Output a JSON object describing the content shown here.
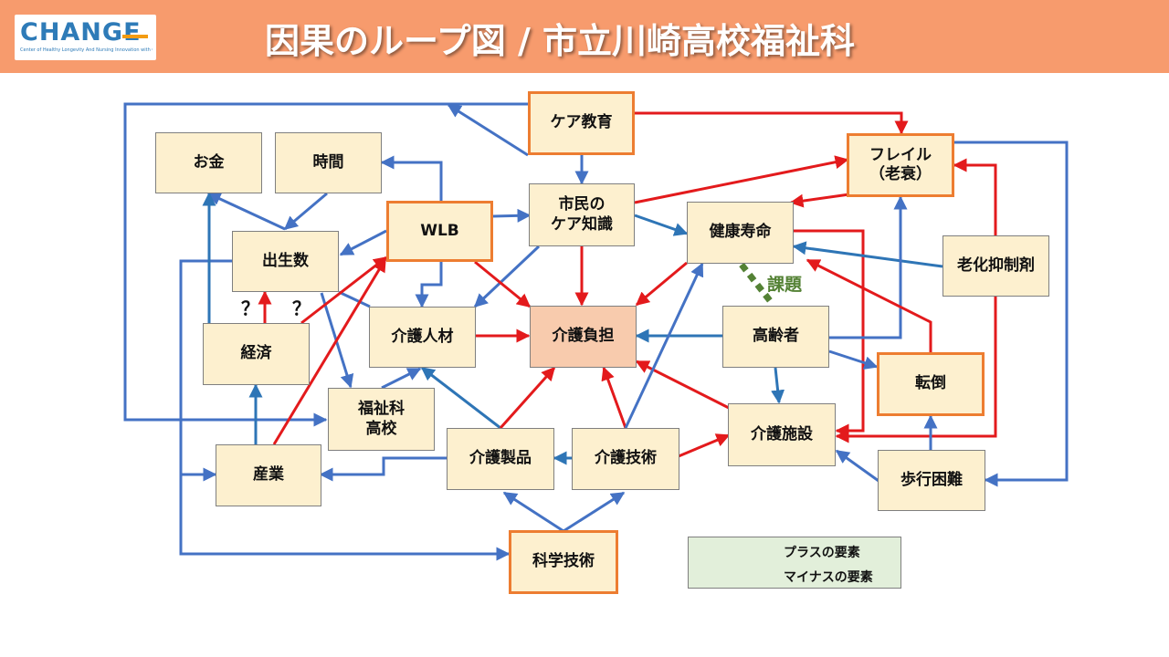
{
  "header": {
    "title": "因果のループ図 / 市立川崎高校福祉科",
    "logo_text": "CHANGE",
    "logo_subtitle": "Center of Healthy Longevity And Nursing Innovation with Global Ecosystem",
    "background_color": "#f79b6d"
  },
  "nodes": {
    "care_education": "ケア教育",
    "frail_line1": "フレイル",
    "frail_line2": "（老衰）",
    "money": "お金",
    "time": "時間",
    "wlb": "WLB",
    "citizen_line1": "市民の",
    "citizen_line2": "ケア知識",
    "healthy_life": "健康寿命",
    "anti_aging": "老化抑制剤",
    "birth_rate": "出生数",
    "care_staff": "介護人材",
    "care_burden": "介護負担",
    "elderly": "高齢者",
    "economy": "経済",
    "fall": "転倒",
    "welfare_school_line1": "福祉科",
    "welfare_school_line2": "高校",
    "care_facility": "介護施設",
    "care_products": "介護製品",
    "care_tech": "介護技術",
    "industry": "産業",
    "walking_difficulty": "歩行困難",
    "science_tech": "科学技術"
  },
  "annotations": {
    "question_mark": "？",
    "issue_label": "課題"
  },
  "legend": {
    "plus_label": "プラスの要素",
    "minus_label": "マイナスの要素"
  },
  "colors": {
    "plus": "#4472c4",
    "minus": "#e31a1c",
    "teal": "#2e75b6",
    "node_fill": "#fdf0cf",
    "burden_fill": "#f8cbad",
    "highlight_border": "#ed7d31",
    "issue": "#548235"
  }
}
